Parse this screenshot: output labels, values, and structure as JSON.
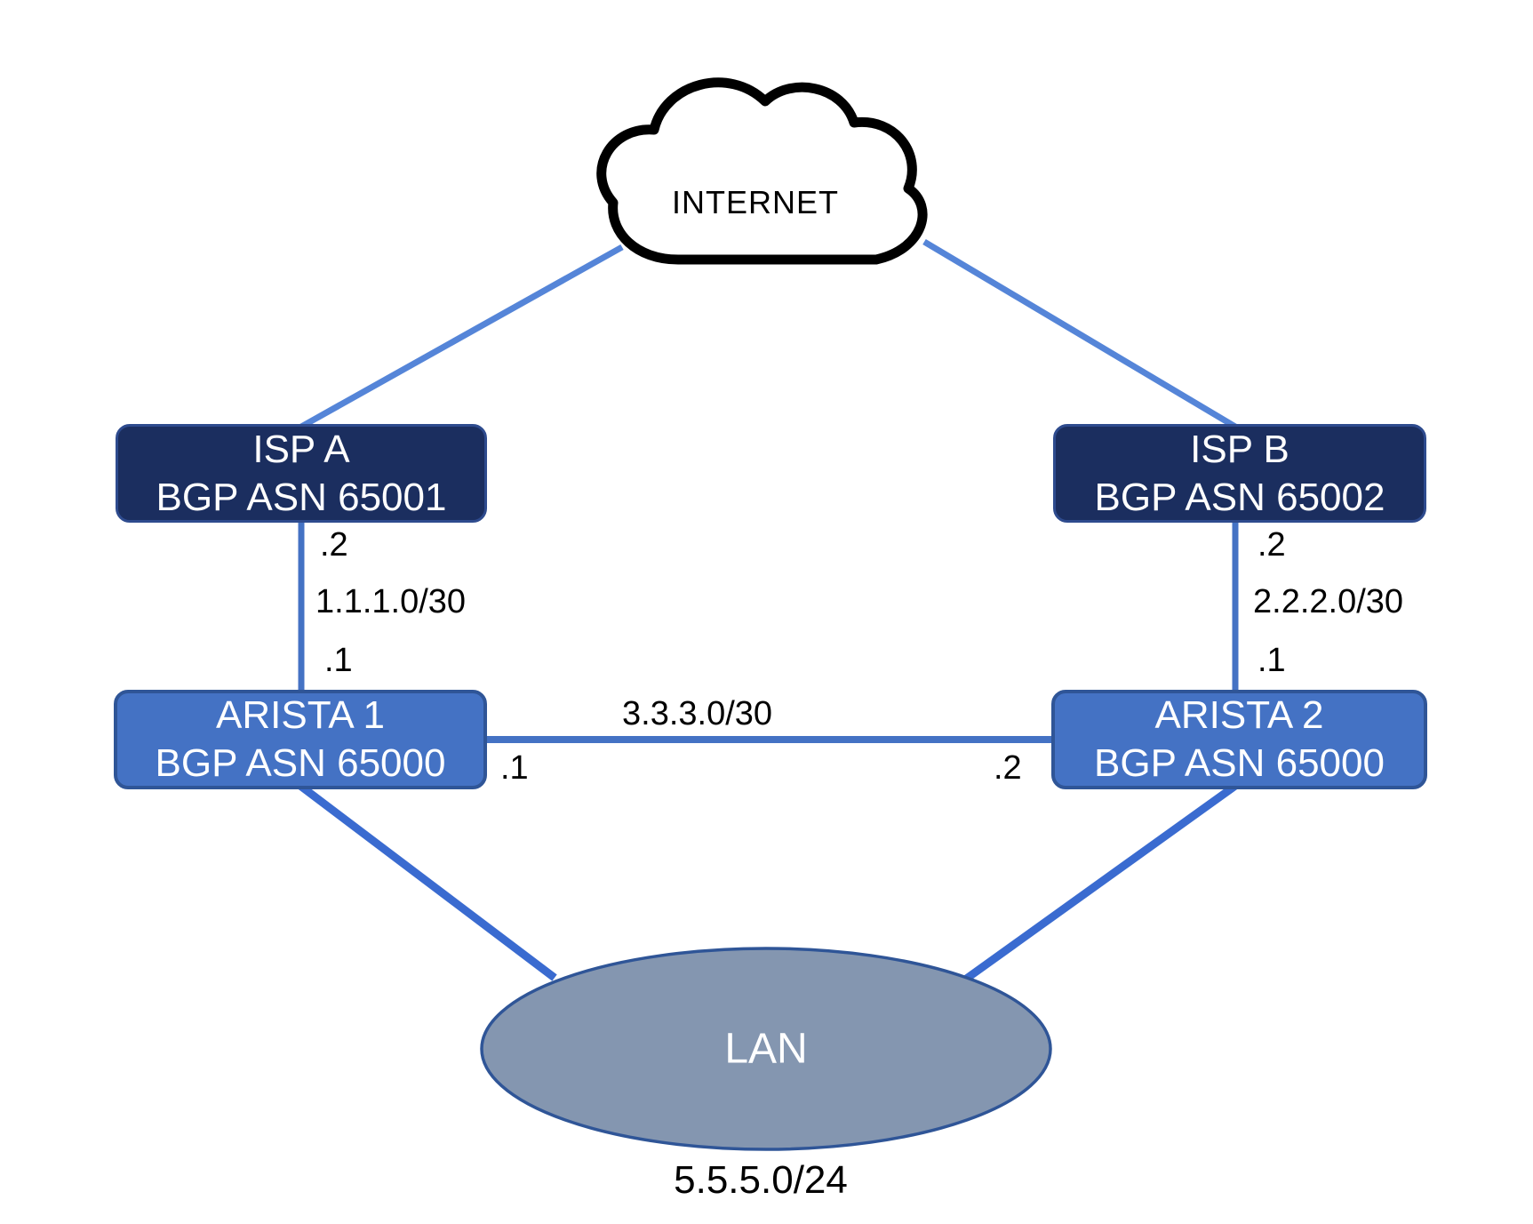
{
  "internet": {
    "label": "INTERNET"
  },
  "nodes": {
    "isp_a": {
      "name": "ISP A",
      "asn": "BGP ASN 65001"
    },
    "isp_b": {
      "name": "ISP B",
      "asn": "BGP ASN 65002"
    },
    "arista_1": {
      "name": "ARISTA 1",
      "asn": "BGP ASN 65000"
    },
    "arista_2": {
      "name": "ARISTA 2",
      "asn": "BGP ASN 65000"
    }
  },
  "lan": {
    "label": "LAN",
    "subnet": "5.5.5.0/24"
  },
  "links": {
    "isp_a_to_arista_1": {
      "subnet": "1.1.1.0/30",
      "isp_end": ".2",
      "arista_end": ".1"
    },
    "isp_b_to_arista_2": {
      "subnet": "2.2.2.0/30",
      "isp_end": ".2",
      "arista_end": ".1"
    },
    "arista_1_to_arista_2": {
      "subnet": "3.3.3.0/30",
      "arista_1_end": ".1",
      "arista_2_end": ".2"
    }
  },
  "colors": {
    "isp_fill": "#1b2e5f",
    "isp_border": "#2e4b8e",
    "arista_fill": "#4472c4",
    "arista_border": "#2f5597",
    "lan_fill": "#8496b0",
    "lan_border": "#2f5597",
    "link_blue": "#4472c4",
    "cloud_outline": "#000000"
  }
}
